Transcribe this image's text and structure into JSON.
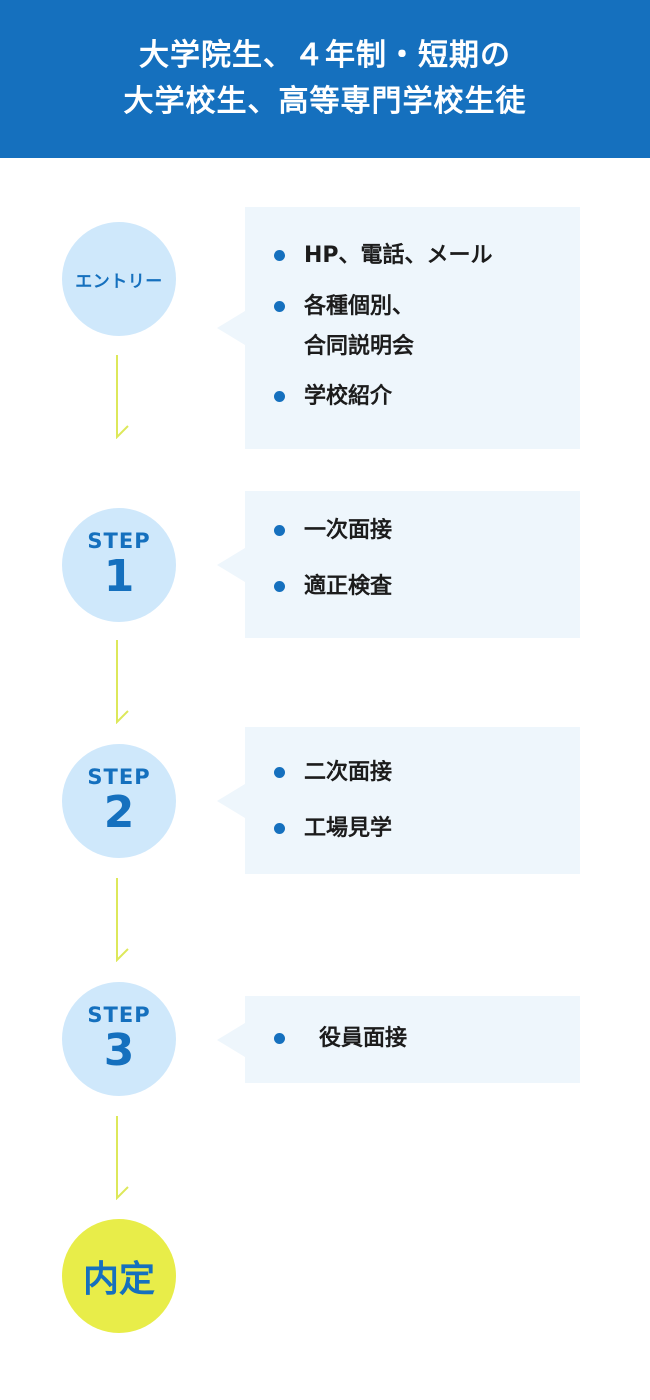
{
  "header": {
    "line1": "大学院生、４年制・短期の",
    "line2": "大学校生、高等専門学校生徒"
  },
  "steps": [
    {
      "label": "エントリー",
      "items": [
        "HP、電話、メール",
        "各種個別、\n合同説明会",
        "学校紹介"
      ]
    },
    {
      "label": "STEP",
      "number": "1",
      "items": [
        "一次面接",
        "適正検査"
      ]
    },
    {
      "label": "STEP",
      "number": "2",
      "items": [
        "二次面接",
        "工場見学"
      ]
    },
    {
      "label": "STEP",
      "number": "3",
      "items": [
        "役員面接"
      ]
    }
  ],
  "final": {
    "label": "内定"
  },
  "colors": {
    "header_bg": "#1570be",
    "circle_bg": "#cfe8fb",
    "final_bg": "#e8ed49",
    "box_bg": "#eef6fc",
    "accent": "#1570be",
    "connector": "#dde85a"
  }
}
